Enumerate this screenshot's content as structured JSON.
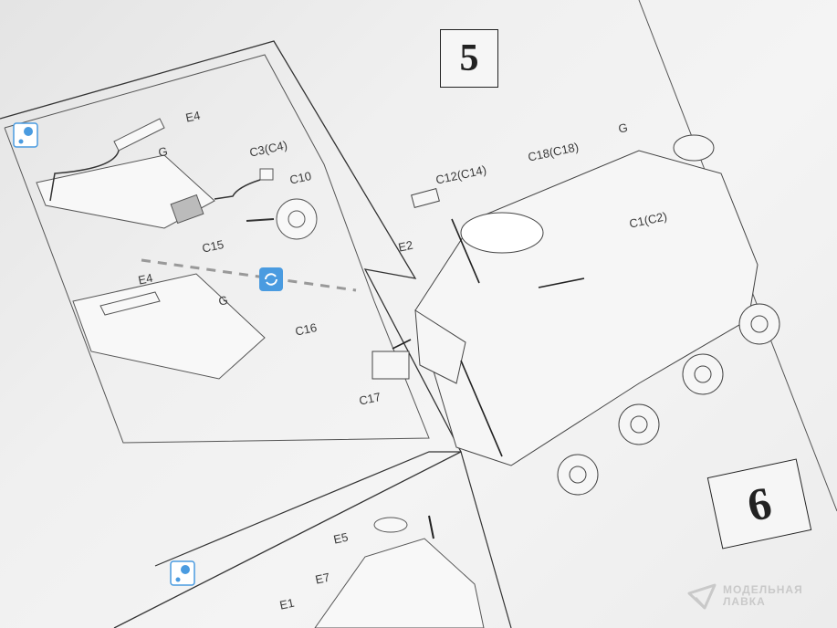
{
  "steps": {
    "step5": "5",
    "step6": "6"
  },
  "labels": {
    "e4_top": "E4",
    "g_top": "G",
    "c3c4": "C3(C4)",
    "c10": "C10",
    "c15": "C15",
    "e4_mid": "E4",
    "g_mid": "G",
    "c16": "C16",
    "e2": "E2",
    "c12c14": "C12(C14)",
    "c18c18": "C18(C18)",
    "g_main": "G",
    "c1c2": "C1(C2)",
    "c17": "C17",
    "e5": "E5",
    "e7": "E7",
    "e1": "E1"
  },
  "watermark": {
    "line1": "МОДЕЛЬНАЯ",
    "line2": "ЛАВКА"
  },
  "colors": {
    "accent_blue": "#4a9be0",
    "ink": "#333333"
  }
}
